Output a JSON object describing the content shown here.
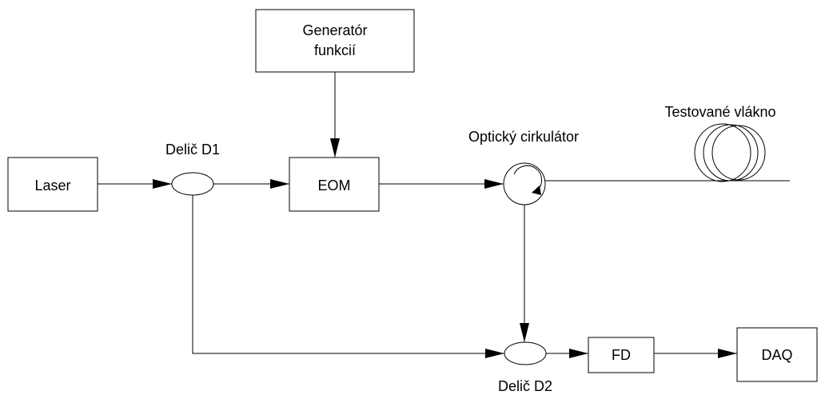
{
  "blocks": {
    "laser": "Laser",
    "generator_line1": "Generatór",
    "generator_line2": "funkcií",
    "eom": "EOM",
    "fd": "FD",
    "daq": "DAQ"
  },
  "labels": {
    "splitter_d1": "Delič D1",
    "splitter_d2": "Delič D2",
    "circulator": "Optický cirkulátor",
    "fiber": "Testované vlákno"
  }
}
